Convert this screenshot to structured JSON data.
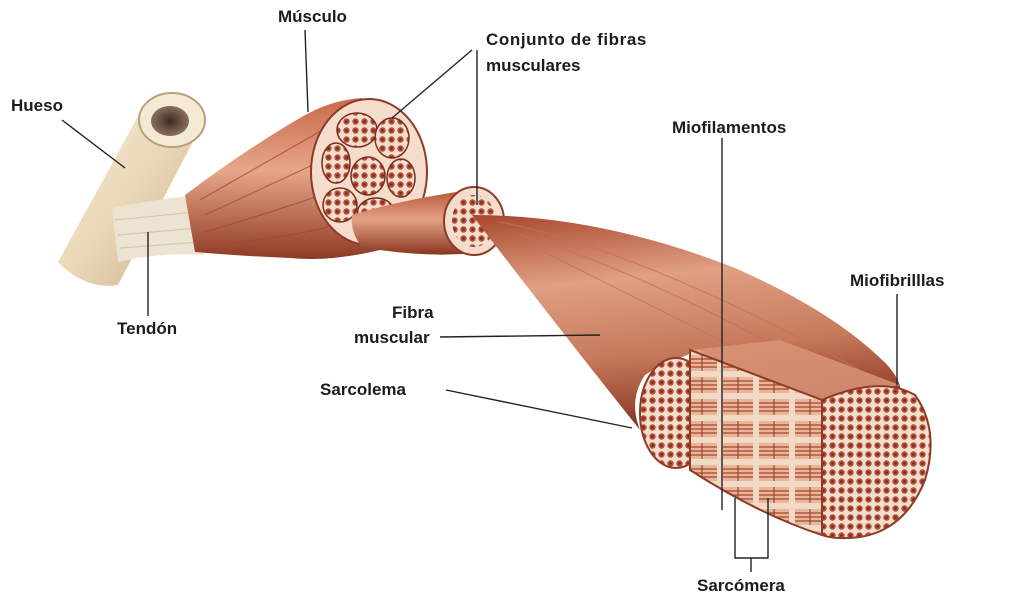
{
  "labels": {
    "hueso": "Hueso",
    "musculo": "Músculo",
    "conjunto_line1": "Conjunto de fibras",
    "conjunto_line2": "musculares",
    "miofilamentos": "Miofilamentos",
    "tendon": "Tendón",
    "fibra_line1": "Fibra",
    "fibra_line2": "muscular",
    "miofibrillas": "Miofibrilllas",
    "sarcolema": "Sarcolema",
    "sarcomera": "Sarcómera"
  },
  "colors": {
    "muscle": "#b5583a",
    "muscle_dark": "#7a2e1d",
    "muscle_light": "#e3a488",
    "fascicle": "#9b3d28",
    "tissue": "#f3dccb",
    "bone": "#ecdcc0",
    "tendon": "#e9dfcd",
    "leader": "#222222"
  }
}
